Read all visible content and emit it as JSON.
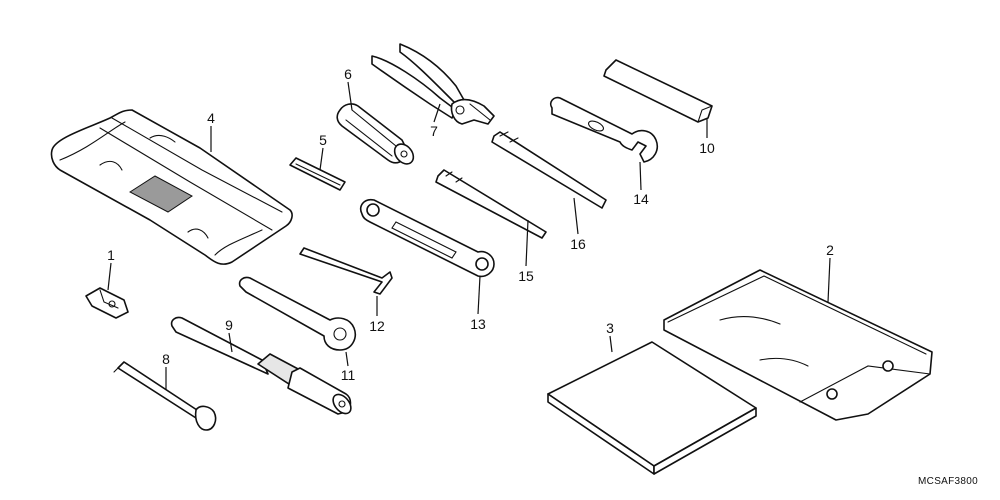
{
  "diagram": {
    "code": "MCSAF3800",
    "callouts": [
      "1",
      "2",
      "3",
      "4",
      "5",
      "6",
      "7",
      "8",
      "9",
      "10",
      "11",
      "12",
      "13",
      "14",
      "15",
      "16"
    ],
    "colors": {
      "line": "#111111",
      "background": "#ffffff",
      "fill": "#ffffff"
    }
  }
}
